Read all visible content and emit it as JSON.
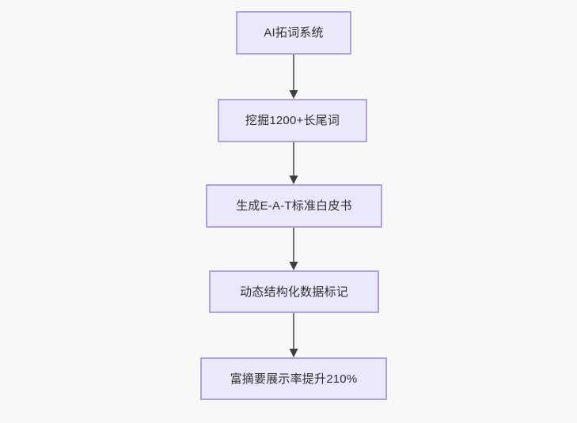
{
  "diagram": {
    "type": "flowchart",
    "direction": "top-to-bottom",
    "background_color": "#f8f8f8",
    "node_fill_color": "#e9e9fb",
    "node_border_color": "#b39ddb",
    "node_text_color": "#2f3032",
    "edge_color": "#70737a",
    "arrowhead_color": "#3d3f45",
    "nodes": [
      {
        "id": "n1",
        "label": "AI拓词系统"
      },
      {
        "id": "n2",
        "label": "挖掘1200+长尾词"
      },
      {
        "id": "n3",
        "label": "生成E-A-T标准白皮书"
      },
      {
        "id": "n4",
        "label": "动态结构化数据标记"
      },
      {
        "id": "n5",
        "label": "富摘要展示率提升210%"
      }
    ],
    "edges": [
      {
        "from": "n1",
        "to": "n2",
        "label": ""
      },
      {
        "from": "n2",
        "to": "n3",
        "label": ""
      },
      {
        "from": "n3",
        "to": "n4",
        "label": ""
      },
      {
        "from": "n4",
        "to": "n5",
        "label": ""
      }
    ]
  }
}
